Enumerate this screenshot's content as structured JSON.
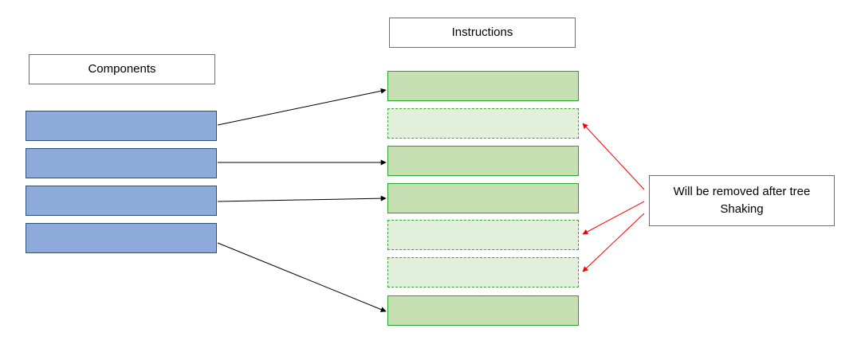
{
  "title_instructions": "Instructions",
  "title_components": "Components",
  "note": "Will be removed after tree\nShaking",
  "components": [
    {
      "id": "c1"
    },
    {
      "id": "c2"
    },
    {
      "id": "c3"
    },
    {
      "id": "c4"
    }
  ],
  "instructions": [
    {
      "id": "i1",
      "removed": false
    },
    {
      "id": "i2",
      "removed": true
    },
    {
      "id": "i3",
      "removed": false
    },
    {
      "id": "i4",
      "removed": false
    },
    {
      "id": "i5",
      "removed": true
    },
    {
      "id": "i6",
      "removed": true
    },
    {
      "id": "i7",
      "removed": false
    }
  ],
  "links": [
    {
      "from": "c1",
      "to": "i1"
    },
    {
      "from": "c2",
      "to": "i3"
    },
    {
      "from": "c3",
      "to": "i4"
    },
    {
      "from": "c4",
      "to": "i7"
    }
  ],
  "removal_targets": [
    "i2",
    "i5",
    "i6"
  ],
  "colors": {
    "component_fill": "#8eaadb",
    "component_border": "#2f4f80",
    "instruction_fill": "#c6e0b4",
    "instruction_removed_fill": "#e2efda",
    "instruction_border": "#2ca02c",
    "link_arrow": "#000000",
    "removal_arrow": "#ff0000"
  }
}
